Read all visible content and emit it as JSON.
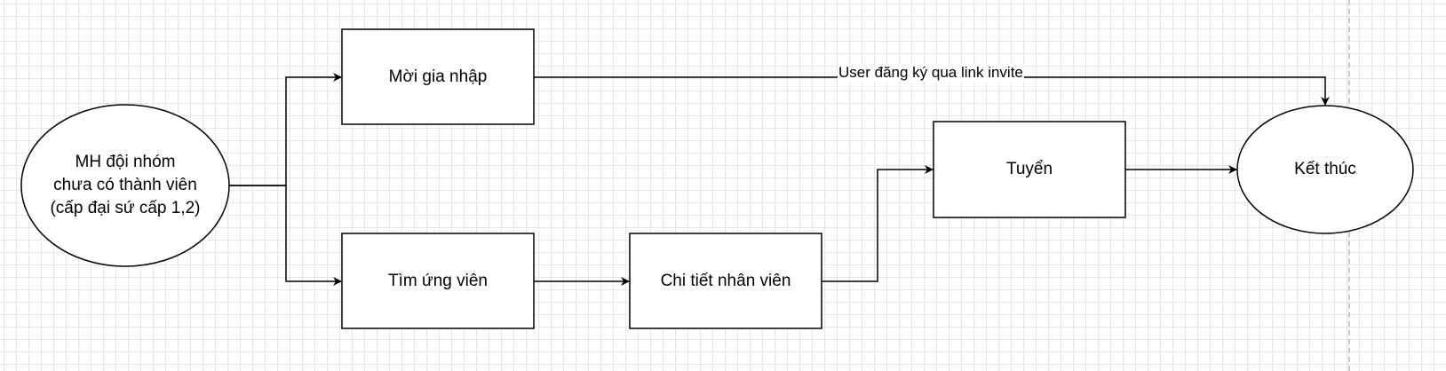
{
  "nodes": {
    "start": "MH đội nhóm\nchưa có thành viên\n(cấp đại sứ cấp 1,2)",
    "invite": "Mời gia nhập",
    "find_candidate": "Tìm ứng viên",
    "employee_detail": "Chi tiết nhân viên",
    "recruit": "Tuyển",
    "end": "Kết thúc"
  },
  "edges": {
    "invite_to_end_label": "User đăng ký qua link invite"
  }
}
